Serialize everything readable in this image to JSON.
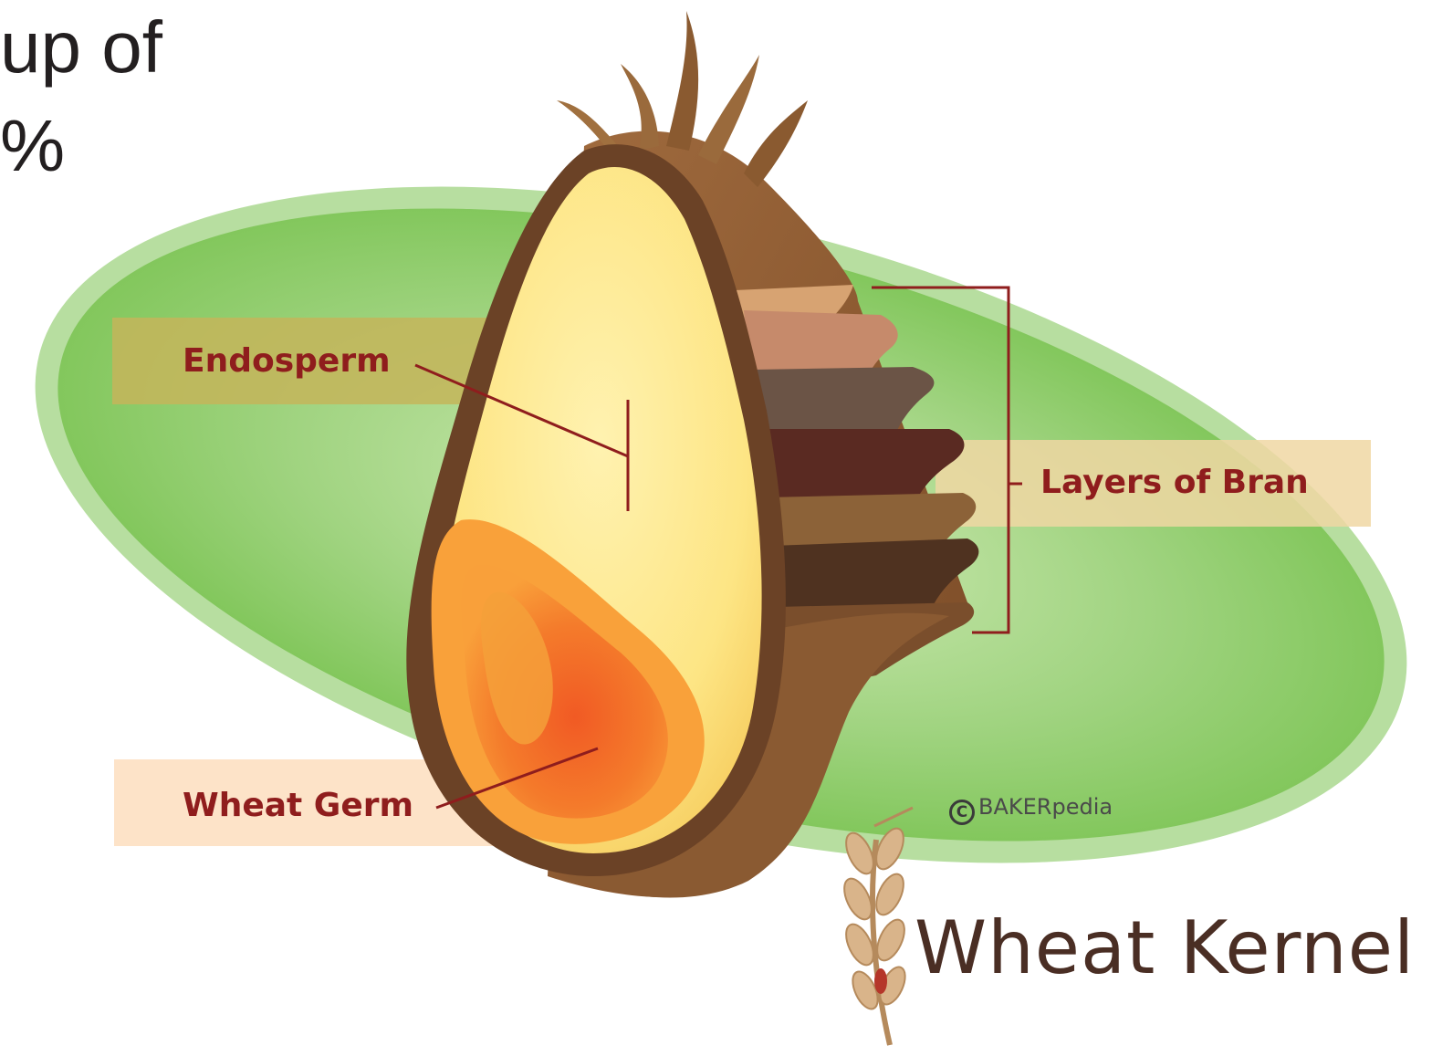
{
  "slide_text": {
    "line1": "up of",
    "line2": "%"
  },
  "labels": {
    "endosperm": "Endosperm",
    "bran": "Layers of Bran",
    "germ": "Wheat Germ"
  },
  "title": "Wheat Kernel",
  "credit": "BAKERpedia",
  "credit_symbol": "C",
  "colors": {
    "label_text": "#8f1d1d",
    "leader_line": "#8f1d1d",
    "label_band": "#fde3c8",
    "label_band_on_green": "#c9b65a",
    "background_ellipse": "#7cc35a",
    "husk_outline": "#6b4226",
    "endosperm": "#fde98a",
    "germ": "#f58a25",
    "title": "#4a2e24"
  },
  "icons": [
    "wheat-stalk-icon",
    "copyright-icon"
  ]
}
